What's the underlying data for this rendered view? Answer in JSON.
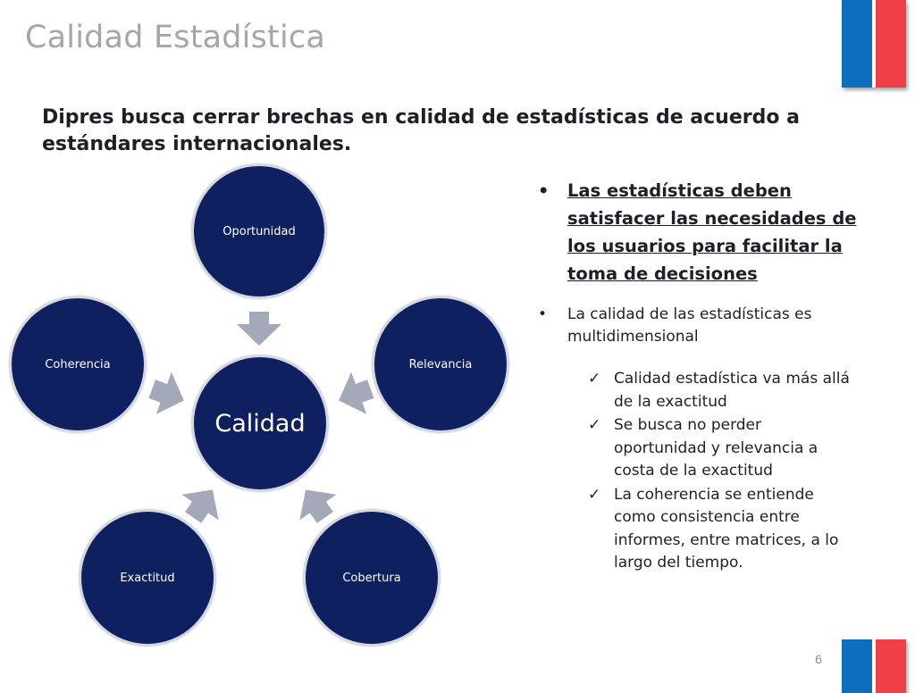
{
  "slide": {
    "title": "Calidad Estadística",
    "subtitle": "Dipres busca cerrar brechas en calidad de estadísticas de acuerdo a estándares internacionales.",
    "page_number": "6"
  },
  "diagram": {
    "center": "Calidad",
    "nodes": [
      "Oportunidad",
      "Relevancia",
      "Cobertura",
      "Exactitud",
      "Coherencia"
    ]
  },
  "bullets": {
    "main": "Las estadísticas deben satisfacer las necesidades de los usuarios para facilitar la toma de decisiones",
    "second": "La calidad de las estadísticas es multidimensional",
    "checks": [
      "Calidad estadística va más allá de la exactitud",
      "Se busca no perder oportunidad y relevancia a costa de la exactitud",
      "La coherencia se entiende como consistencia entre informes, entre matrices, a lo largo del tiempo."
    ],
    "bullet_glyph": "•",
    "check_glyph": "✓"
  },
  "colors": {
    "node_fill": "#0e2060",
    "arrow_fill": "#a3a9b9",
    "flag_blue": "#0d6ebd",
    "flag_red": "#ef3f47",
    "title_gray": "#a6a6a6"
  }
}
